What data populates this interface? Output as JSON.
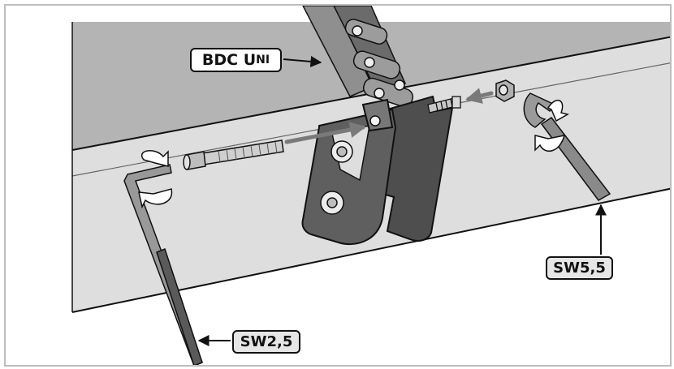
{
  "labels": {
    "bdc_main": "BDC U",
    "bdc_sub": "NI",
    "wrench": "SW5,5",
    "hex_key": "SW2,5"
  },
  "colors": {
    "wall_top": "#b4b4b4",
    "wall_face": "#dedede",
    "bracket": "#5a5a5a",
    "arrow": "#7a7a7a",
    "outline": "#111111"
  }
}
